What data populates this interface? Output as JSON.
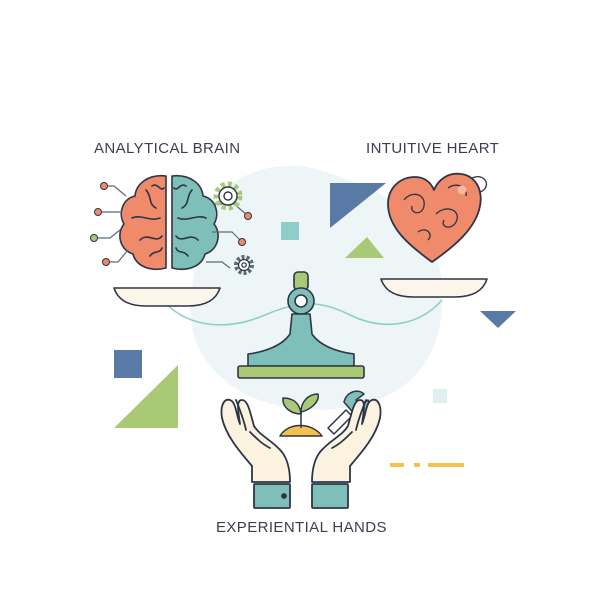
{
  "labels": {
    "brain": "ANALYTICAL BRAIN",
    "heart": "INTUITIVE HEART",
    "hands": "EXPERIENTIAL HANDS"
  },
  "colors": {
    "background": "#ffffff",
    "ink": "#2f3447",
    "brain_left": "#ef8a6a",
    "brain_right": "#7fbfb9",
    "heart": "#ef8a6a",
    "scale_base": "#a9c977",
    "scale_column": "#7fbfb9",
    "navy": "#5a7aa6",
    "green": "#a9c977",
    "teal": "#8dcfc8",
    "accent_yellow": "#f2c14e",
    "pan": "#fbf6e9",
    "hands_skin": "#fbf3df",
    "cuffs": "#7fbfb9",
    "wave": "#8dcfc8",
    "blob": "#eef5f6"
  },
  "icons": [
    "brain-icon",
    "gear-icon",
    "heart-icon",
    "balance-scale-icon",
    "hands-icon",
    "sprout-icon",
    "wrench-icon"
  ]
}
